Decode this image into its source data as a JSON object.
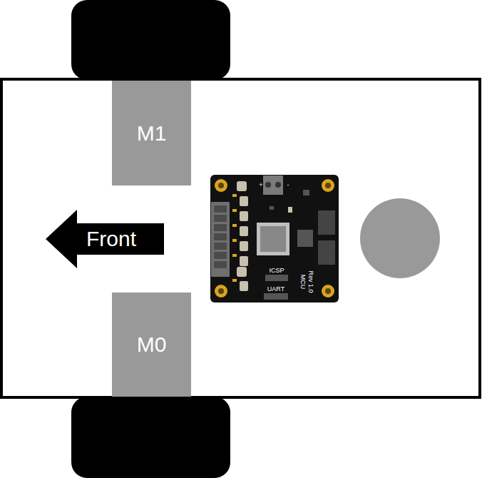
{
  "diagram": {
    "nodes": [
      {
        "text": [
          "M1"
        ]
      },
      {
        "text": [
          "Front"
        ]
      },
      {
        "text": [
          "M0"
        ]
      }
    ],
    "labels": [
      "+",
      "-",
      "ICSP",
      "UART",
      "MCU",
      "Rev 1.0"
    ]
  }
}
